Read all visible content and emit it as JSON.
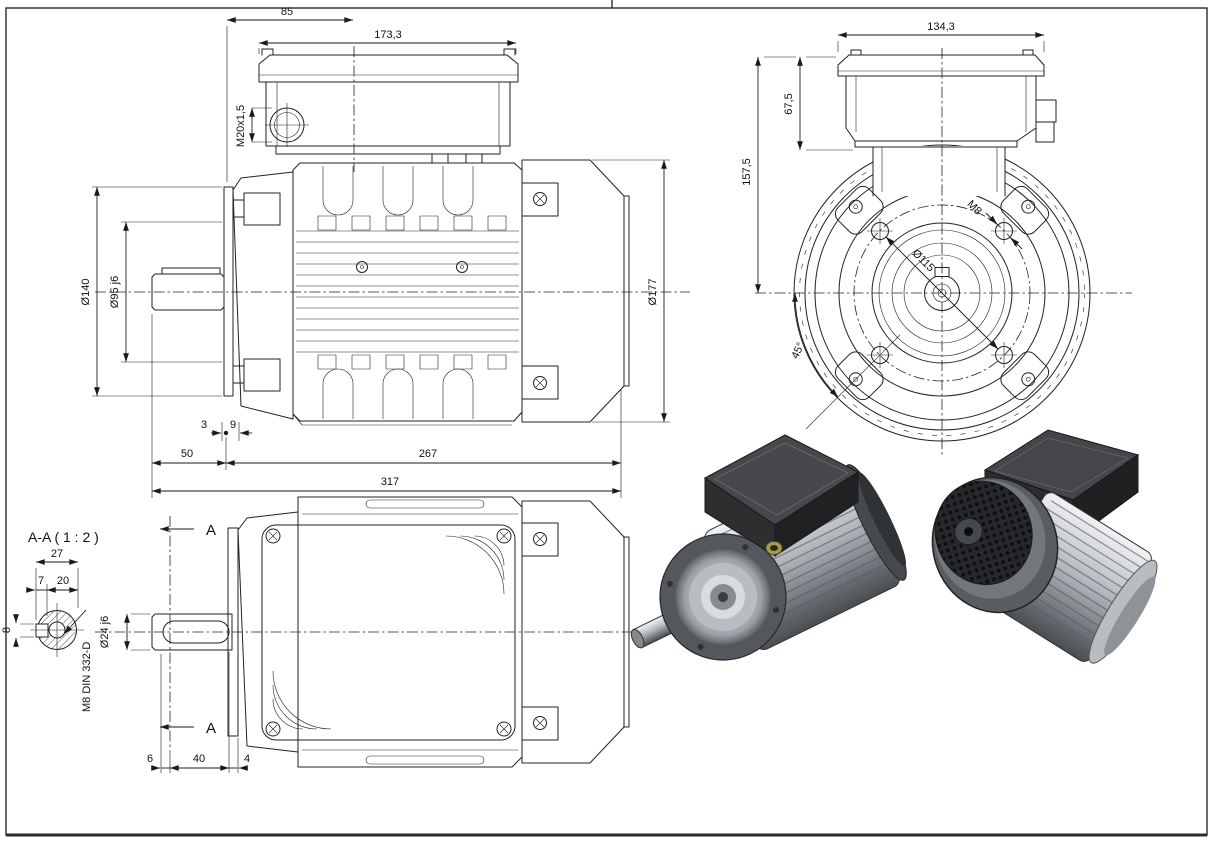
{
  "sheet": {
    "background": "#ffffff",
    "frame_color": "#2b2b2b"
  },
  "labels": {
    "side_view": {
      "width_box": "85",
      "width_lid": "173,3",
      "cable_gland": "M20x1,5",
      "flange_dia": "Ø140",
      "spigot_dia": "Ø95 j6",
      "body_dia": "Ø177",
      "gap": "3",
      "depth": "9",
      "shaft_len": "50",
      "body_len": "267",
      "total_len": "317"
    },
    "front_view": {
      "box_width": "134,3",
      "box_height": "67,5",
      "height_to_center": "157,5",
      "bolt_thread": "M8",
      "bolt_circle": "Ø115",
      "bolt_angle": "45°"
    },
    "section_view": {
      "title": "A-A ( 1 : 2 )",
      "key_width": "27",
      "key_depth": "7",
      "key_flat": "20",
      "key_height": "8",
      "center_thread": "M8 DIN 332-D"
    },
    "top_view": {
      "shaft_dia": "Ø24 j6",
      "key_offset": "6",
      "key_length": "40",
      "flange_thickness": "4",
      "section_label": "A"
    }
  },
  "colors": {
    "line": "#222222",
    "render_metal": "#b4b8bd",
    "render_dark_box": "#44464a",
    "gland_brass": "#a89a4e"
  }
}
